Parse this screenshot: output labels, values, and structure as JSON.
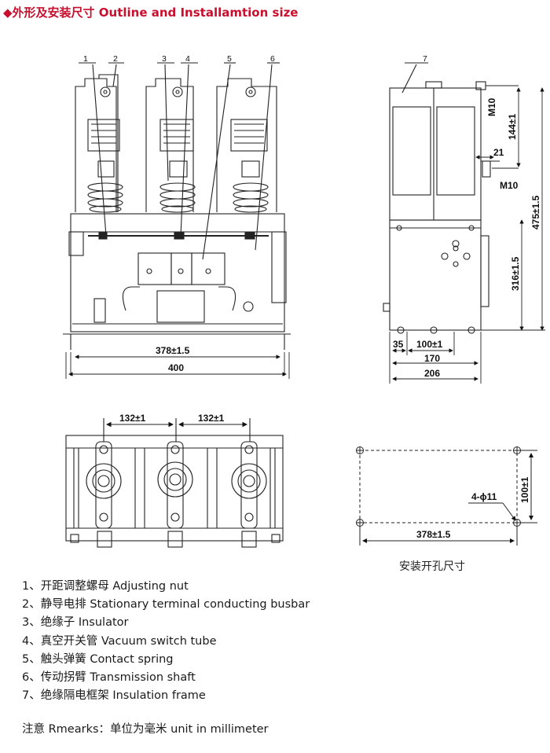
{
  "title": "◆外形及安装尺寸 Outline and Installamtion size",
  "front_view": {
    "callouts": [
      "1",
      "2",
      "3",
      "4",
      "5",
      "6"
    ],
    "dim_inner": "378±1.5",
    "dim_outer": "400"
  },
  "side_view": {
    "callout": "7",
    "m10_top": "M10",
    "dim_144": "144±1",
    "dim_21": "21",
    "m10_bottom": "M10",
    "dim_4755": "475±1.5",
    "dim_3165": "316±1.5",
    "dim_35": "35",
    "dim_100": "100±1",
    "dim_170": "170",
    "dim_206": "206"
  },
  "top_view": {
    "dim_left": "132±1",
    "dim_right": "132±1"
  },
  "hole_pattern": {
    "dim_height": "100±1",
    "hole_note": "4-ϕ11",
    "dim_width": "378±1.5",
    "caption": "安装开孔尺寸"
  },
  "legend": [
    "1、开距调整螺母 Adjusting nut",
    "2、静导电排 Stationary terminal conducting busbar",
    "3、绝缘子 Insulator",
    "4、真空开关管 Vacuum switch tube",
    "5、触头弹簧 Contact spring",
    "6、传动拐臂 Transmission shaft",
    "7、绝缘隔电框架 Insulation frame"
  ],
  "remark": "注意 Rmearks：单位为毫米 unit in millimeter"
}
